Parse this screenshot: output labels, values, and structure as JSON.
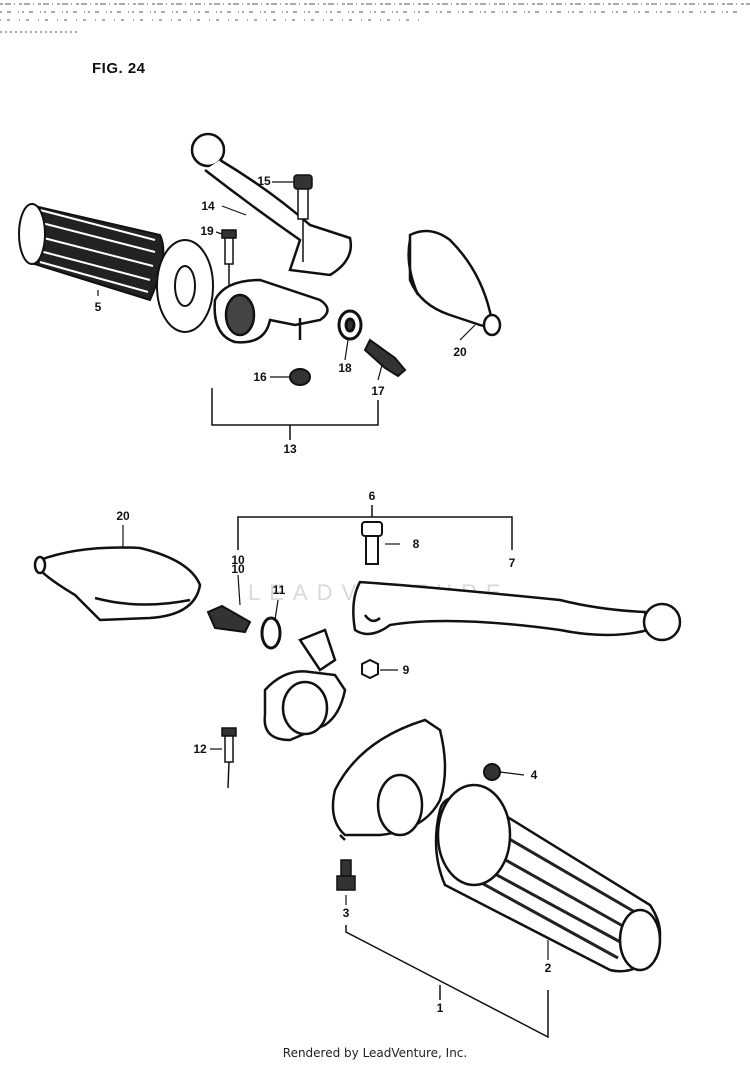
{
  "figure": {
    "title": "FIG. 24",
    "watermark": "LEADVENTURE",
    "footer": "Rendered by LeadVenture, Inc."
  },
  "callouts": [
    "15",
    "14",
    "19",
    "5",
    "20",
    "16",
    "18",
    "17",
    "13",
    "6",
    "20",
    "8",
    "10",
    "7",
    "10",
    "11",
    "9",
    "12",
    "4",
    "3",
    "2",
    "1"
  ],
  "colors": {
    "ink": "#111111",
    "paper": "#ffffff",
    "watermark": "#d9d9d9"
  }
}
